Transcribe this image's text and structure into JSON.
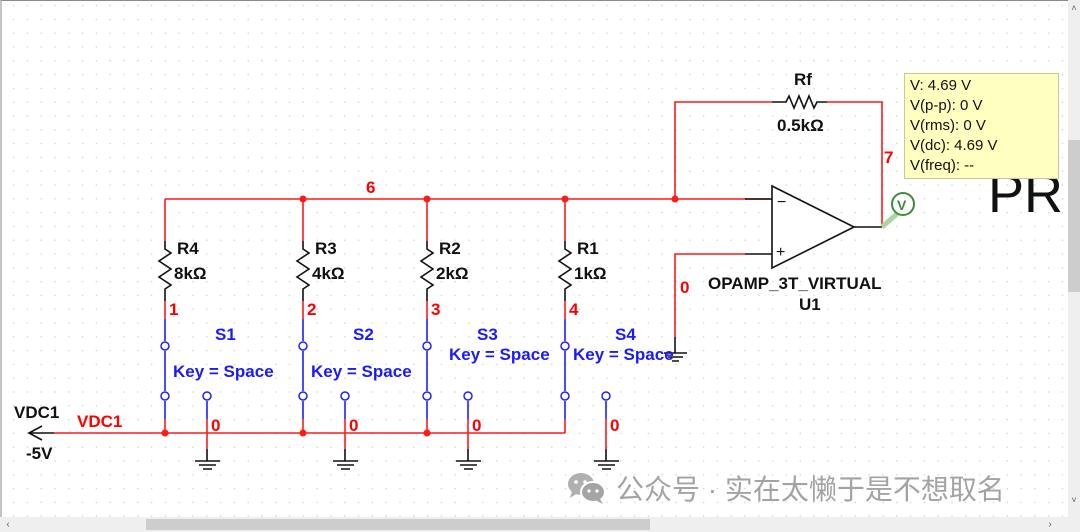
{
  "schematic": {
    "feedback_resistor": {
      "name": "Rf",
      "value": "0.5kΩ"
    },
    "resistors": [
      {
        "name": "R4",
        "value": "8kΩ",
        "node": "1"
      },
      {
        "name": "R3",
        "value": "4kΩ",
        "node": "2"
      },
      {
        "name": "R2",
        "value": "2kΩ",
        "node": "3"
      },
      {
        "name": "R1",
        "value": "1kΩ",
        "node": "4"
      }
    ],
    "switches": [
      {
        "name": "S1",
        "key": "Key = Space"
      },
      {
        "name": "S2",
        "key": "Key = Space"
      },
      {
        "name": "S3",
        "key": "Key = Space"
      },
      {
        "name": "S4",
        "key": "Key = Space"
      }
    ],
    "nodes": {
      "summing": "6",
      "output": "7",
      "ground": "0",
      "vdc_net": "VDC1"
    },
    "opamp": {
      "model": "OPAMP_3T_VIRTUAL",
      "ref": "U1",
      "minus": "−",
      "plus": "+"
    },
    "source": {
      "name": "VDC1",
      "value": "-5V"
    },
    "probe_symbol": "V",
    "partial_text": "PR"
  },
  "probe": {
    "lines": [
      "V: 4.69 V",
      "V(p-p): 0 V",
      "V(rms): 0 V",
      "V(dc): 4.69 V",
      "V(freq): --"
    ]
  },
  "scrollbars": {
    "up_arrow": "˄",
    "down_arrow": "˅",
    "left_arrow": "‹",
    "right_arrow": "›"
  },
  "watermark": {
    "text": "公众号 · 实在太懒于是不想取名"
  },
  "colors": {
    "wire": "#ff1a1a",
    "switch": "#2020ff",
    "probe_bg": "#ffffc0",
    "probe_green": "#4caf50"
  }
}
